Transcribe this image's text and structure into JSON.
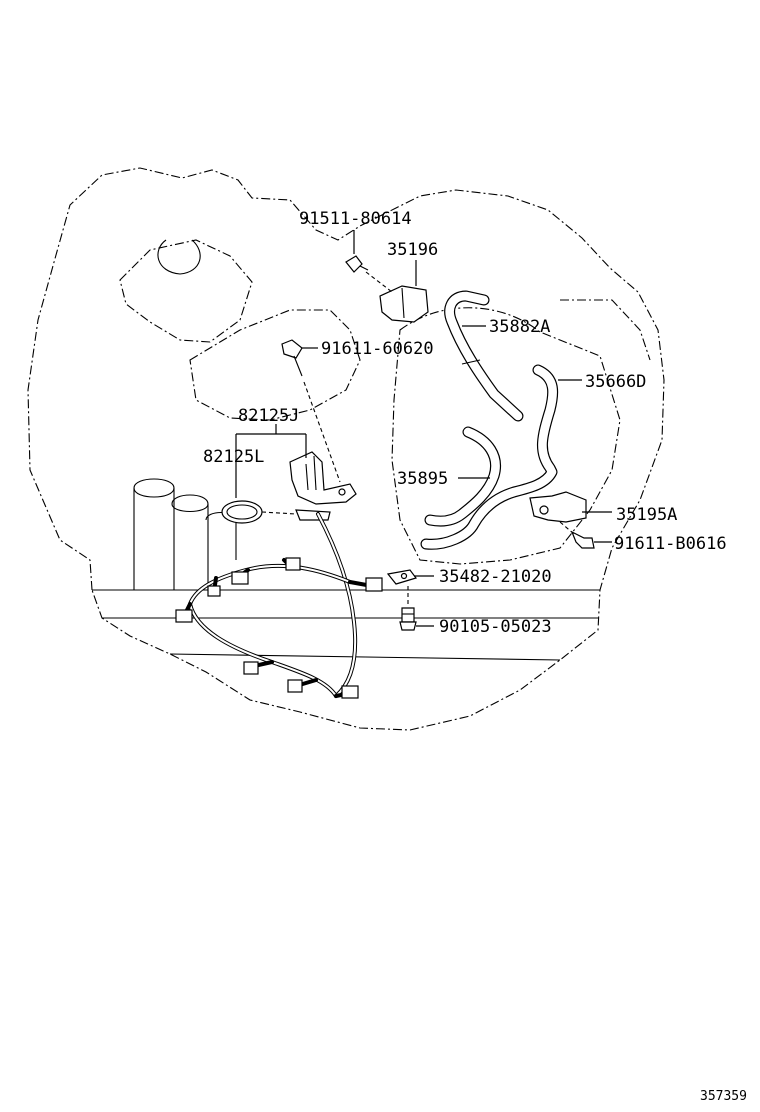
{
  "labels": {
    "p91511": "91511-80614",
    "p35196": "35196",
    "p35882": "35882A",
    "p91611a": "91611-60620",
    "p35666": "35666D",
    "p82125j": "82125J",
    "p82125l": "82125L",
    "p35895": "35895",
    "p35195": "35195A",
    "p91611b": "91611-B0616",
    "p35482": "35482-21020",
    "p90105": "90105-05023"
  },
  "figure_number": "357359"
}
